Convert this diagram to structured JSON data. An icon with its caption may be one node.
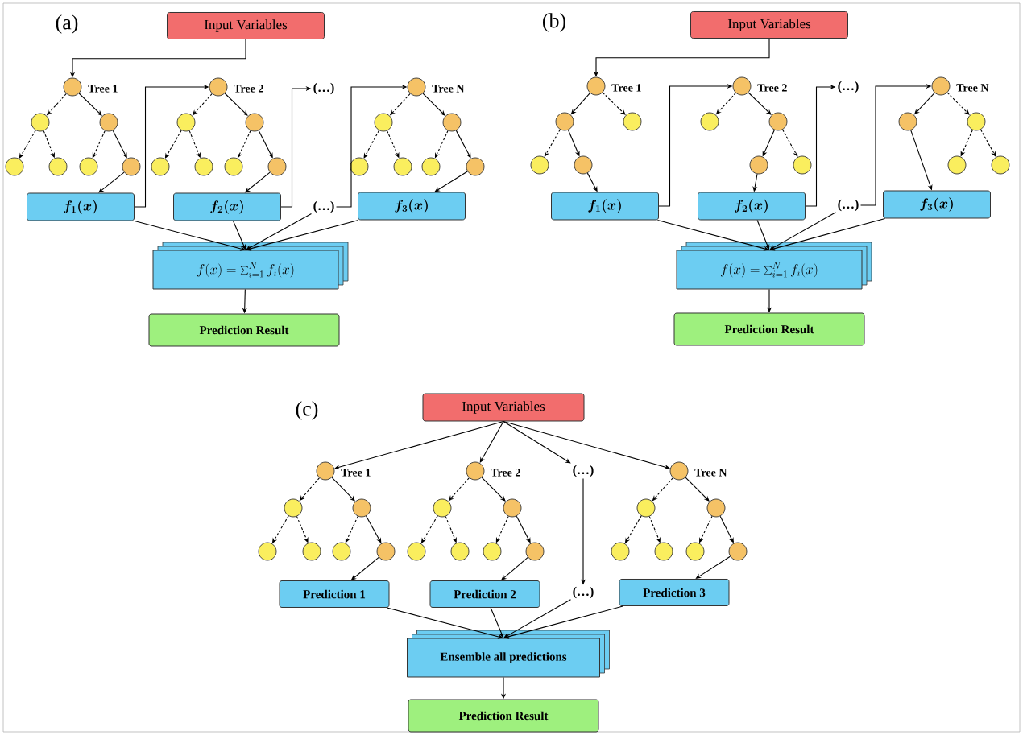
{
  "diagram": {
    "nodes": [
      {
        "text": [
          "Input Variables"
        ]
      },
      {
        "text": [],
        "shape": "circle",
        "beside": [
          "Tree 1"
        ]
      },
      {
        "text": [],
        "shape": "circle"
      },
      {
        "text": [],
        "shape": "circle"
      },
      {
        "text": [],
        "shape": "circle"
      },
      {
        "text": [],
        "shape": "circle"
      },
      {
        "text": [],
        "shape": "circle"
      },
      {
        "text": [],
        "shape": "circle"
      },
      {
        "text": [
          "f_{1}(x)"
        ]
      },
      {
        "text": [],
        "shape": "circle",
        "beside": [
          "Tree 2"
        ]
      },
      {
        "text": [],
        "shape": "circle"
      },
      {
        "text": [],
        "shape": "circle"
      },
      {
        "text": [],
        "shape": "circle"
      },
      {
        "text": [],
        "shape": "circle"
      },
      {
        "text": [],
        "shape": "circle"
      },
      {
        "text": [],
        "shape": "circle"
      },
      {
        "text": [
          "f_{2}(x)"
        ]
      },
      {
        "text": [
          "(…)"
        ]
      },
      {
        "text": [
          "(…)"
        ]
      },
      {
        "text": [],
        "shape": "circle",
        "beside": [
          "Tree N"
        ]
      },
      {
        "text": [],
        "shape": "circle"
      },
      {
        "text": [],
        "shape": "circle"
      },
      {
        "text": [],
        "shape": "circle"
      },
      {
        "text": [],
        "shape": "circle"
      },
      {
        "text": [],
        "shape": "circle"
      },
      {
        "text": [],
        "shape": "circle"
      },
      {
        "text": [
          "f_{3}(x)"
        ]
      },
      {
        "text": [
          "f(x)=\\sum_{i=1}^{N} f_{i}(x)"
        ]
      },
      {
        "text": [
          "Prediction Result"
        ]
      },
      {
        "text": [
          "Input Variables"
        ]
      },
      {
        "text": [],
        "shape": "circle",
        "beside": [
          "Tree 1"
        ]
      },
      {
        "text": [],
        "shape": "circle"
      },
      {
        "text": [],
        "shape": "circle"
      },
      {
        "text": [],
        "shape": "circle"
      },
      {
        "text": [],
        "shape": "circle"
      },
      {
        "text": [
          "f_{1}(x)"
        ]
      },
      {
        "text": [],
        "shape": "circle",
        "beside": [
          "Tree 2"
        ]
      },
      {
        "text": [],
        "shape": "circle"
      },
      {
        "text": [],
        "shape": "circle"
      },
      {
        "text": [],
        "shape": "circle"
      },
      {
        "text": [],
        "shape": "circle"
      },
      {
        "text": [
          "f_{2}(x)"
        ]
      },
      {
        "text": [
          "(…)"
        ]
      },
      {
        "text": [
          "(…)"
        ]
      },
      {
        "text": [],
        "shape": "circle",
        "beside": [
          "Tree N"
        ]
      },
      {
        "text": [],
        "shape": "circle"
      },
      {
        "text": [],
        "shape": "circle"
      },
      {
        "text": [],
        "shape": "circle"
      },
      {
        "text": [],
        "shape": "circle"
      },
      {
        "text": [
          "f_{3}(x)"
        ]
      },
      {
        "text": [
          "f(x)=\\sum_{i=1}^{N} f_{i}(x)"
        ]
      },
      {
        "text": [
          "Prediction Result"
        ]
      },
      {
        "text": [
          "Input Variables"
        ]
      },
      {
        "text": [],
        "shape": "circle",
        "beside": [
          "Tree 1"
        ]
      },
      {
        "text": [],
        "shape": "circle"
      },
      {
        "text": [],
        "shape": "circle"
      },
      {
        "text": [],
        "shape": "circle"
      },
      {
        "text": [],
        "shape": "circle"
      },
      {
        "text": [],
        "shape": "circle"
      },
      {
        "text": [],
        "shape": "circle"
      },
      {
        "text": [],
        "shape": "circle",
        "beside": [
          "Tree 2"
        ]
      },
      {
        "text": [],
        "shape": "circle"
      },
      {
        "text": [],
        "shape": "circle"
      },
      {
        "text": [],
        "shape": "circle"
      },
      {
        "text": [],
        "shape": "circle"
      },
      {
        "text": [],
        "shape": "circle"
      },
      {
        "text": [],
        "shape": "circle"
      },
      {
        "text": [
          "(…)"
        ]
      },
      {
        "text": [],
        "shape": "circle",
        "beside": [
          "Tree N"
        ]
      },
      {
        "text": [],
        "shape": "circle"
      },
      {
        "text": [],
        "shape": "circle"
      },
      {
        "text": [],
        "shape": "circle"
      },
      {
        "text": [],
        "shape": "circle"
      },
      {
        "text": [],
        "shape": "circle"
      },
      {
        "text": [],
        "shape": "circle"
      },
      {
        "text": [
          "Prediction 1"
        ]
      },
      {
        "text": [
          "Prediction 2"
        ]
      },
      {
        "text": [
          "(…)"
        ]
      },
      {
        "text": [
          "Prediction 3"
        ]
      },
      {
        "text": [
          "Ensemble all predictions"
        ]
      },
      {
        "text": [
          "Prediction Result"
        ]
      }
    ],
    "edges": [
      {
        "from": 0,
        "to": 1,
        "arrow": "to"
      },
      {
        "from": 1,
        "to": 2,
        "arrow": "to",
        "style": "dashed"
      },
      {
        "from": 1,
        "to": 3,
        "arrow": "to"
      },
      {
        "from": 2,
        "to": 4,
        "arrow": "to",
        "style": "dashed"
      },
      {
        "from": 2,
        "to": 5,
        "arrow": "to",
        "style": "dashed"
      },
      {
        "from": 3,
        "to": 6,
        "arrow": "to",
        "style": "dashed"
      },
      {
        "from": 3,
        "to": 7,
        "arrow": "to"
      },
      {
        "from": 7,
        "to": 8,
        "arrow": "to"
      },
      {
        "from": 8,
        "to": 9,
        "arrow": "to"
      },
      {
        "from": 9,
        "to": 10,
        "arrow": "to",
        "style": "dashed"
      },
      {
        "from": 9,
        "to": 11,
        "arrow": "to"
      },
      {
        "from": 10,
        "to": 12,
        "arrow": "to",
        "style": "dashed"
      },
      {
        "from": 10,
        "to": 13,
        "arrow": "to",
        "style": "dashed"
      },
      {
        "from": 11,
        "to": 14,
        "arrow": "to",
        "style": "dashed"
      },
      {
        "from": 11,
        "to": 15,
        "arrow": "to"
      },
      {
        "from": 15,
        "to": 16,
        "arrow": "to"
      },
      {
        "from": 16,
        "to": 17,
        "arrow": "to"
      },
      {
        "from": 18,
        "to": 19,
        "arrow": "to"
      },
      {
        "from": 19,
        "to": 20,
        "arrow": "to",
        "style": "dashed"
      },
      {
        "from": 19,
        "to": 21,
        "arrow": "to"
      },
      {
        "from": 20,
        "to": 22,
        "arrow": "to",
        "style": "dashed"
      },
      {
        "from": 20,
        "to": 23,
        "arrow": "to",
        "style": "dashed"
      },
      {
        "from": 21,
        "to": 24,
        "arrow": "to",
        "style": "dashed"
      },
      {
        "from": 21,
        "to": 25,
        "arrow": "to"
      },
      {
        "from": 25,
        "to": 26,
        "arrow": "to"
      },
      {
        "from": 8,
        "to": 27,
        "arrow": "to"
      },
      {
        "from": 16,
        "to": 27,
        "arrow": "to"
      },
      {
        "from": 18,
        "to": 27,
        "arrow": "to"
      },
      {
        "from": 26,
        "to": 27,
        "arrow": "to"
      },
      {
        "from": 27,
        "to": 28,
        "arrow": "to"
      },
      {
        "from": 29,
        "to": 30,
        "arrow": "to"
      },
      {
        "from": 30,
        "to": 31,
        "arrow": "to"
      },
      {
        "from": 30,
        "to": 32,
        "arrow": "to",
        "style": "dashed"
      },
      {
        "from": 31,
        "to": 33,
        "arrow": "to",
        "style": "dashed"
      },
      {
        "from": 31,
        "to": 34,
        "arrow": "to"
      },
      {
        "from": 34,
        "to": 35,
        "arrow": "to"
      },
      {
        "from": 35,
        "to": 36,
        "arrow": "to"
      },
      {
        "from": 36,
        "to": 37,
        "arrow": "to",
        "style": "dashed"
      },
      {
        "from": 36,
        "to": 38,
        "arrow": "to"
      },
      {
        "from": 38,
        "to": 39,
        "arrow": "to"
      },
      {
        "from": 38,
        "to": 40,
        "arrow": "to",
        "style": "dashed"
      },
      {
        "from": 39,
        "to": 41,
        "arrow": "to"
      },
      {
        "from": 41,
        "to": 42,
        "arrow": "to"
      },
      {
        "from": 43,
        "to": 44,
        "arrow": "to"
      },
      {
        "from": 44,
        "to": 45,
        "arrow": "to"
      },
      {
        "from": 44,
        "to": 46,
        "arrow": "to",
        "style": "dashed"
      },
      {
        "from": 46,
        "to": 47,
        "arrow": "to",
        "style": "dashed"
      },
      {
        "from": 46,
        "to": 48,
        "arrow": "to",
        "style": "dashed"
      },
      {
        "from": 45,
        "to": 49,
        "arrow": "to"
      },
      {
        "from": 35,
        "to": 50,
        "arrow": "to"
      },
      {
        "from": 41,
        "to": 50,
        "arrow": "to"
      },
      {
        "from": 43,
        "to": 50,
        "arrow": "to"
      },
      {
        "from": 49,
        "to": 50,
        "arrow": "to"
      },
      {
        "from": 50,
        "to": 51,
        "arrow": "to"
      },
      {
        "from": 52,
        "to": 53,
        "arrow": "to"
      },
      {
        "from": 52,
        "to": 60,
        "arrow": "to"
      },
      {
        "from": 52,
        "to": 67,
        "arrow": "to"
      },
      {
        "from": 52,
        "to": 68,
        "arrow": "to"
      },
      {
        "from": 53,
        "to": 54,
        "arrow": "to",
        "style": "dashed"
      },
      {
        "from": 53,
        "to": 55,
        "arrow": "to"
      },
      {
        "from": 54,
        "to": 56,
        "arrow": "to",
        "style": "dashed"
      },
      {
        "from": 54,
        "to": 57,
        "arrow": "to",
        "style": "dashed"
      },
      {
        "from": 55,
        "to": 58,
        "arrow": "to",
        "style": "dashed"
      },
      {
        "from": 55,
        "to": 59,
        "arrow": "to"
      },
      {
        "from": 60,
        "to": 61,
        "arrow": "to",
        "style": "dashed"
      },
      {
        "from": 60,
        "to": 62,
        "arrow": "to"
      },
      {
        "from": 61,
        "to": 63,
        "arrow": "to",
        "style": "dashed"
      },
      {
        "from": 61,
        "to": 64,
        "arrow": "to",
        "style": "dashed"
      },
      {
        "from": 62,
        "to": 65,
        "arrow": "to",
        "style": "dashed"
      },
      {
        "from": 62,
        "to": 66,
        "arrow": "to"
      },
      {
        "from": 68,
        "to": 69,
        "arrow": "to",
        "style": "dashed"
      },
      {
        "from": 68,
        "to": 70,
        "arrow": "to"
      },
      {
        "from": 69,
        "to": 71,
        "arrow": "to",
        "style": "dashed"
      },
      {
        "from": 69,
        "to": 72,
        "arrow": "to",
        "style": "dashed"
      },
      {
        "from": 70,
        "to": 73,
        "arrow": "to",
        "style": "dashed"
      },
      {
        "from": 70,
        "to": 74,
        "arrow": "to"
      },
      {
        "from": 59,
        "to": 75,
        "arrow": "to"
      },
      {
        "from": 66,
        "to": 76,
        "arrow": "to"
      },
      {
        "from": 67,
        "to": 77,
        "arrow": "to"
      },
      {
        "from": 74,
        "to": 78,
        "arrow": "to"
      },
      {
        "from": 75,
        "to": 79,
        "arrow": "to"
      },
      {
        "from": 76,
        "to": 79,
        "arrow": "to"
      },
      {
        "from": 77,
        "to": 79,
        "arrow": "to"
      },
      {
        "from": 78,
        "to": 79,
        "arrow": "to"
      },
      {
        "from": 79,
        "to": 80,
        "arrow": "to"
      }
    ],
    "labels": [
      "(a)",
      "(b)",
      "(c)"
    ]
  }
}
